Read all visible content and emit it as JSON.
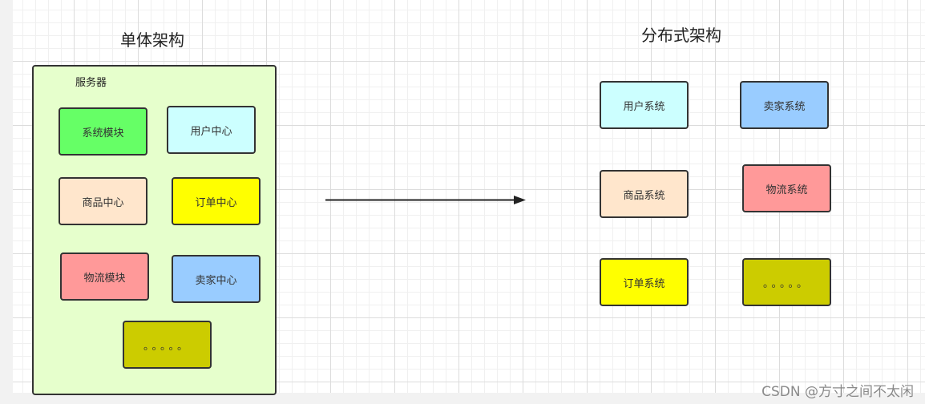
{
  "titles": {
    "monolith": "单体架构",
    "distributed": "分布式架构"
  },
  "server": {
    "label": "服务器",
    "modules": [
      "系统模块",
      "用户中心",
      "商品中心",
      "订单中心",
      "物流模块",
      "卖家中心",
      "。。。。。"
    ]
  },
  "systems": [
    "用户系统",
    "卖家系统",
    "商品系统",
    "物流系统",
    "订单系统",
    "。。。。。"
  ],
  "watermark": "CSDN @方寸之间不太闲",
  "colors": {
    "server_bg": "#e6ffcc",
    "green": "#66ff66",
    "cyan": "#ccffff",
    "peach": "#ffe6cc",
    "yellow": "#ffff00",
    "pink": "#ff9999",
    "blue": "#99ccff",
    "olive": "#cccc00"
  }
}
